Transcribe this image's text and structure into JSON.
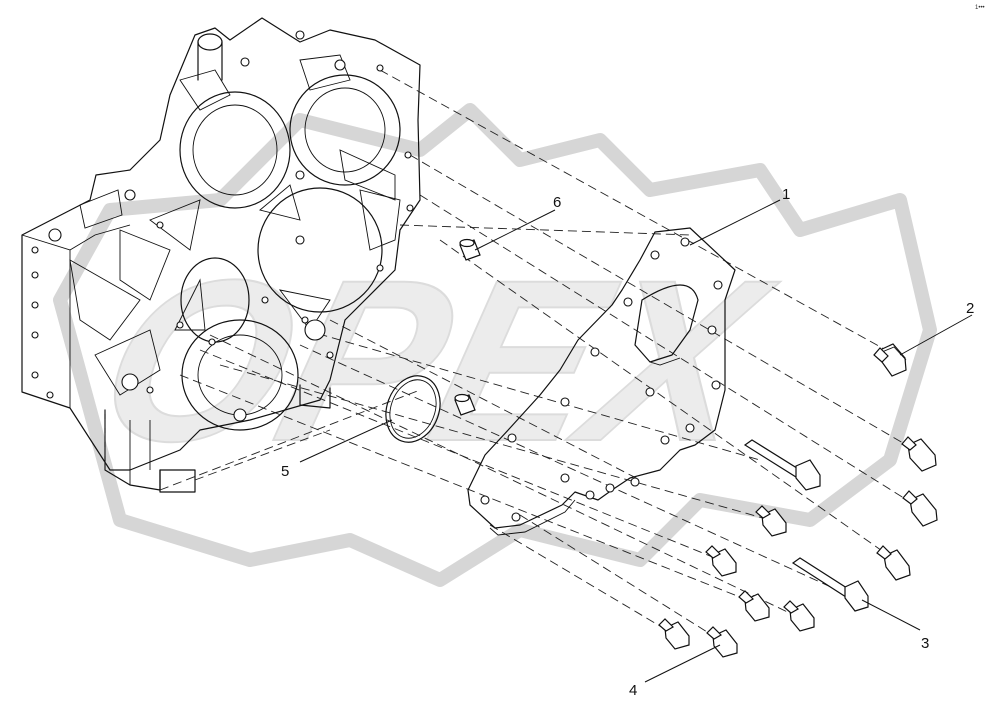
{
  "corner_mark": "1•••",
  "watermark": {
    "text": "OPEX"
  },
  "callouts": [
    {
      "id": "1",
      "label": "1"
    },
    {
      "id": "2",
      "label": "2"
    },
    {
      "id": "3",
      "label": "3"
    },
    {
      "id": "4",
      "label": "4"
    },
    {
      "id": "5",
      "label": "5"
    },
    {
      "id": "6",
      "label": "6"
    }
  ]
}
